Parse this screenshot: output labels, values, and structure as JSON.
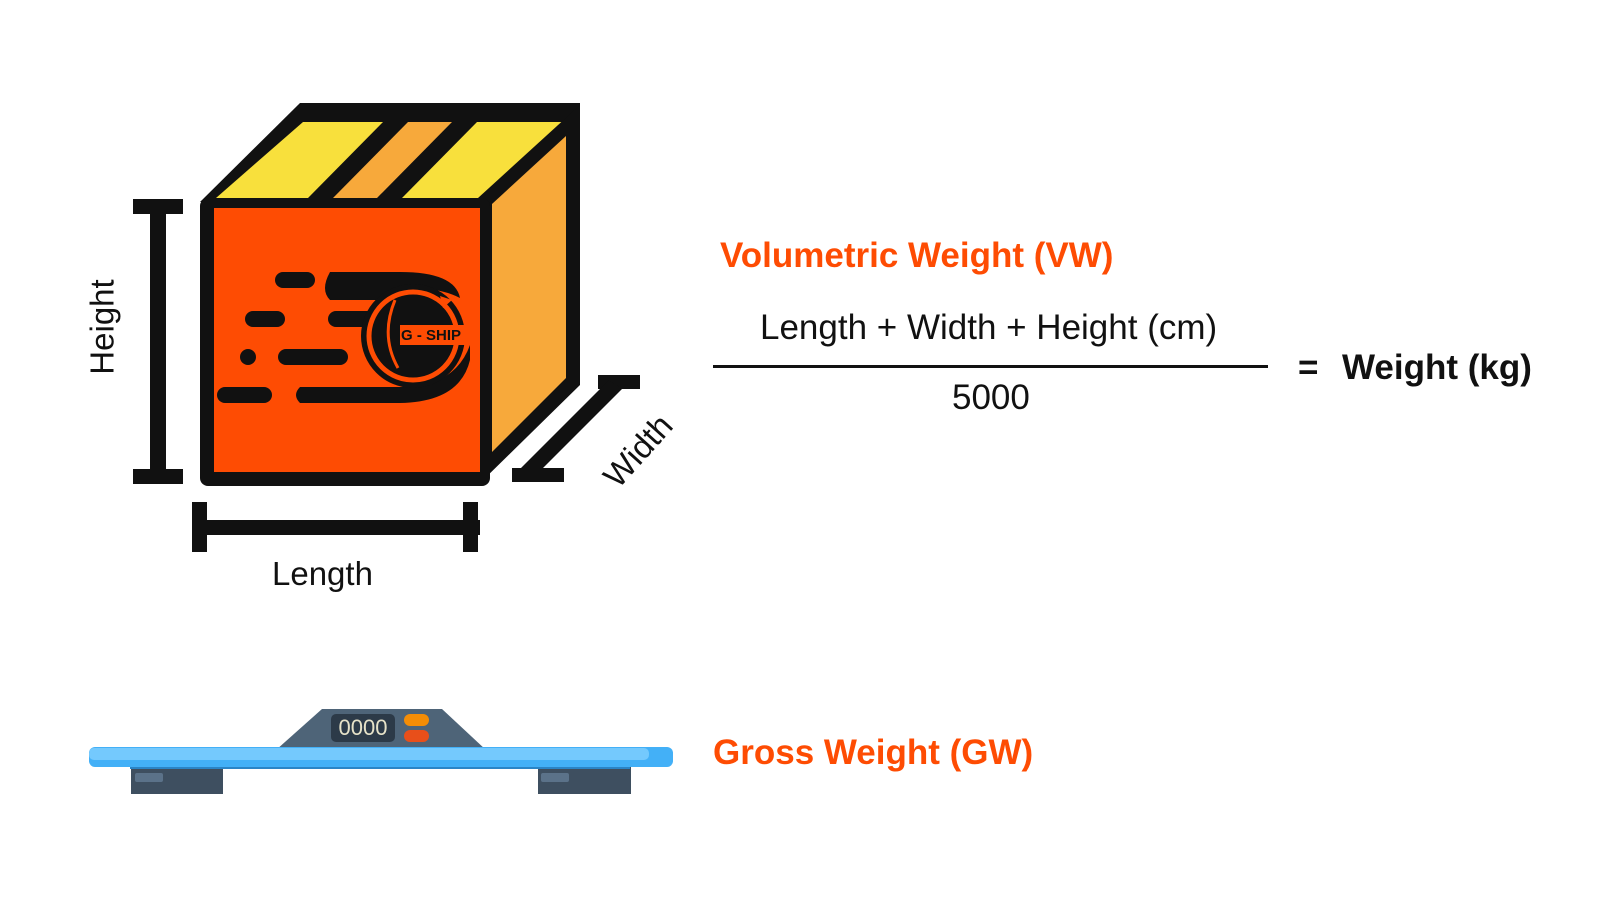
{
  "box": {
    "logo_text": "G - SHIP",
    "dimension_labels": {
      "height": "Height",
      "length": "Length",
      "width": "Width"
    },
    "colors": {
      "front": "#fe4c03",
      "side": "#f7a93b",
      "top_flap": "#f8e03c",
      "tape": "#f7a93b",
      "outline": "#111111"
    }
  },
  "volumetric": {
    "title": "Volumetric Weight (VW)",
    "numerator": "Length + Width + Height (cm)",
    "denominator": "5000",
    "equals": "=",
    "result": "Weight (kg)"
  },
  "gross": {
    "title": "Gross Weight (GW)",
    "scale_display": "0000"
  },
  "accent_color": "#fe4c03"
}
